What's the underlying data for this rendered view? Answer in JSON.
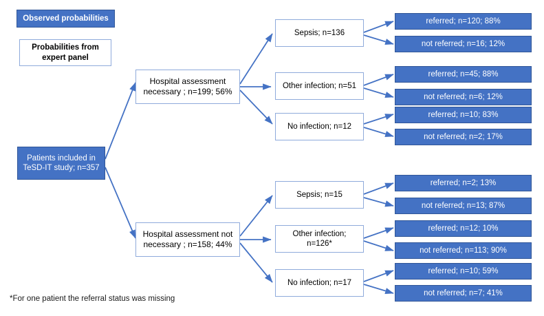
{
  "legend": {
    "observed": {
      "label": "Observed probabilities",
      "fill": "#4472C4",
      "text_color": "#FFFFFF"
    },
    "expert": {
      "label": "Probabilities from\nexpert panel",
      "fill": "#FFFFFF",
      "border": "#8EAADB",
      "text_color": "#000000"
    }
  },
  "root": {
    "label": "Patients included in\nTeSD-IT study; n=357",
    "n": 357
  },
  "branches": [
    {
      "id": "hospital-assessment-necessary",
      "label": "Hospital assessment\nnecessary ; n=199; 56%",
      "n": 199,
      "percent": "56%",
      "children": [
        {
          "id": "sepsis-upper",
          "label": "Sepsis; n=136",
          "n": 136,
          "outcomes": [
            {
              "id": "referred",
              "label": "referred; n=120; 88%",
              "n": 120,
              "percent": "88%"
            },
            {
              "id": "not-referred",
              "label": "not referred; n=16; 12%",
              "n": 16,
              "percent": "12%"
            }
          ]
        },
        {
          "id": "other-infection-upper",
          "label": "Other infection; n=51",
          "n": 51,
          "outcomes": [
            {
              "id": "referred",
              "label": "referred; n=45; 88%",
              "n": 45,
              "percent": "88%"
            },
            {
              "id": "not-referred",
              "label": "not referred; n=6; 12%",
              "n": 6,
              "percent": "12%"
            }
          ]
        },
        {
          "id": "no-infection-upper",
          "label": "No infection; n=12",
          "n": 12,
          "outcomes": [
            {
              "id": "referred",
              "label": "referred; n=10; 83%",
              "n": 10,
              "percent": "83%"
            },
            {
              "id": "not-referred",
              "label": "not  referred; n=2; 17%",
              "n": 2,
              "percent": "17%"
            }
          ]
        }
      ]
    },
    {
      "id": "hospital-assessment-not-necessary",
      "label": "Hospital assessment not\nnecessary ; n=158; 44%",
      "n": 158,
      "percent": "44%",
      "children": [
        {
          "id": "sepsis-lower",
          "label": "Sepsis; n=15",
          "n": 15,
          "outcomes": [
            {
              "id": "referred",
              "label": "referred; n=2; 13%",
              "n": 2,
              "percent": "13%"
            },
            {
              "id": "not-referred",
              "label": "not referred; n=13; 87%",
              "n": 13,
              "percent": "87%"
            }
          ]
        },
        {
          "id": "other-infection-lower",
          "label": "Other infection;\nn=126*",
          "n": 126,
          "outcomes": [
            {
              "id": "referred",
              "label": "referred; n=12; 10%",
              "n": 12,
              "percent": "10%"
            },
            {
              "id": "not-referred",
              "label": "not referred; n=113; 90%",
              "n": 113,
              "percent": "90%"
            }
          ]
        },
        {
          "id": "no-infection-lower",
          "label": "No infection; n=17",
          "n": 17,
          "outcomes": [
            {
              "id": "referred",
              "label": "referred; n=10; 59%",
              "n": 10,
              "percent": "59%"
            },
            {
              "id": "not-referred",
              "label": "not referred; n=7; 41%",
              "n": 7,
              "percent": "41%"
            }
          ]
        }
      ]
    }
  ],
  "footnote": "*For one patient the referral status was missing",
  "colors": {
    "accent_blue": "#4472C4",
    "border_blue": "#8EAADB",
    "arrow_blue": "#4472C4"
  }
}
